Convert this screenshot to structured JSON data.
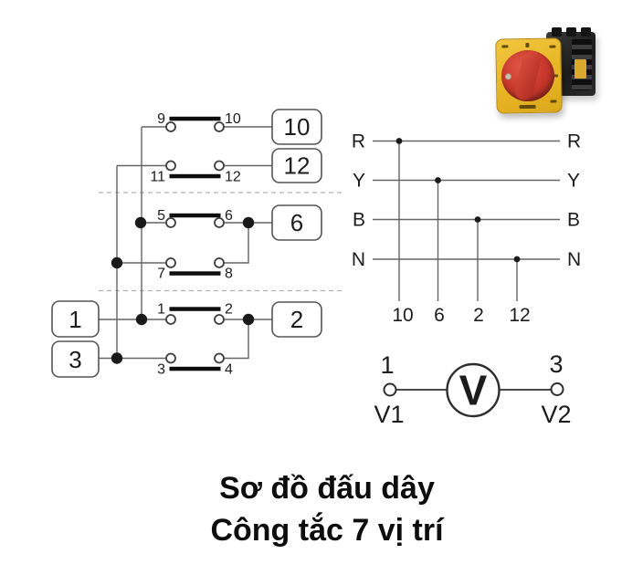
{
  "caption": {
    "line1": "Sơ đồ đấu dây",
    "line2": "Công tắc 7 vị trí"
  },
  "contact_diagram": {
    "rows": [
      {
        "left_terminal": "9",
        "right_terminal": "10"
      },
      {
        "left_terminal": "11",
        "right_terminal": "12"
      },
      {
        "left_terminal": "5",
        "right_terminal": "6"
      },
      {
        "left_terminal": "7",
        "right_terminal": "8"
      },
      {
        "left_terminal": "1",
        "right_terminal": "2"
      },
      {
        "left_terminal": "3",
        "right_terminal": "4"
      }
    ],
    "input_boxes": [
      {
        "label": "1"
      },
      {
        "label": "3"
      }
    ],
    "output_boxes": [
      {
        "label": "10"
      },
      {
        "label": "12"
      },
      {
        "label": "6"
      },
      {
        "label": "2"
      }
    ]
  },
  "phase_diagram": {
    "lines": [
      {
        "label": "R",
        "tap": "10"
      },
      {
        "label": "Y",
        "tap": "6"
      },
      {
        "label": "B",
        "tap": "2"
      },
      {
        "label": "N",
        "tap": "12"
      }
    ]
  },
  "voltmeter": {
    "symbol": "V",
    "left_terminal_number": "1",
    "left_terminal_name": "V1",
    "right_terminal_number": "3",
    "right_terminal_name": "V2"
  },
  "colors": {
    "switch_plate_yellow": "#e7b524",
    "switch_knob_red": "#c9382c",
    "wire_gray": "#656565",
    "contact_bar_black": "#0d0d0d"
  }
}
